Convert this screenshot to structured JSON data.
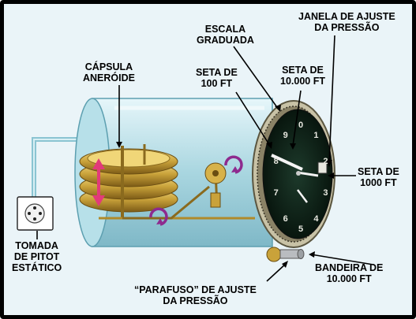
{
  "labels": {
    "capsula": [
      "CÁPSULA",
      "ANERÓIDE"
    ],
    "escala": [
      "ESCALA",
      "GRADUADA"
    ],
    "janela": [
      "JANELA DE AJUSTE",
      "DA PRESSÃO"
    ],
    "seta100": [
      "SETA DE",
      "100 FT"
    ],
    "seta10000": [
      "SETA DE",
      "10.000 FT"
    ],
    "seta1000": [
      "SETA DE",
      "1000 FT"
    ],
    "tomada": [
      "TOMADA",
      "DE PITOT",
      "ESTÁTICO"
    ],
    "bandeira": [
      "BANDEIRA DE",
      "10.000 FT"
    ],
    "parafuso": [
      "“PARAFUSO” DE AJUSTE",
      "DA PRESSÃO"
    ]
  },
  "dial_numbers": [
    "0",
    "1",
    "2",
    "3",
    "4",
    "5",
    "6",
    "7",
    "8",
    "9"
  ],
  "colors": {
    "casing": "#bfe3ea",
    "dial": "#0f2218",
    "gold": "#c9a23a",
    "arrow_red": "#e23a7a",
    "arrow_purple": "#8e2a8e"
  }
}
